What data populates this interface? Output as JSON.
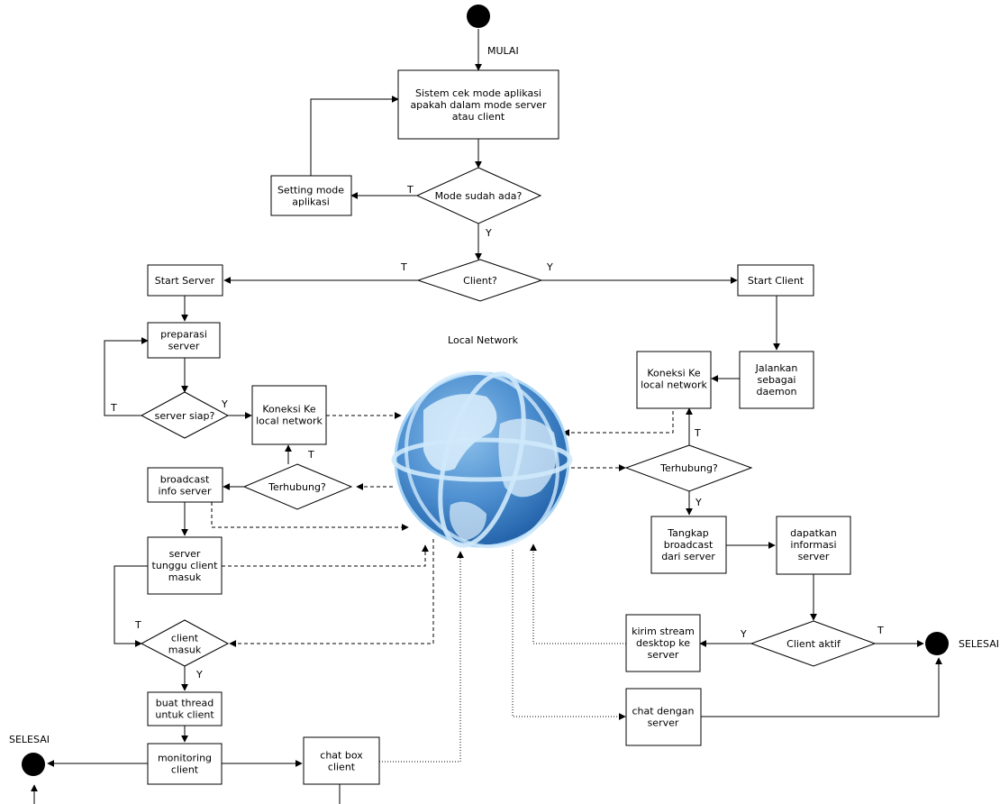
{
  "diagram": {
    "start_label": "MULAI",
    "end_label_right": "SELESAI",
    "end_label_left": "SELESAI",
    "network_label": "Local Network",
    "nodes": {
      "cek_mode": [
        "Sistem cek mode aplikasi",
        "apakah dalam mode server",
        "atau client"
      ],
      "setting_mode": [
        "Setting mode",
        "aplikasi"
      ],
      "mode_ada": [
        "Mode sudah ada?"
      ],
      "client_q": [
        "Client?"
      ],
      "start_server": [
        "Start Server"
      ],
      "start_client": [
        "Start Client"
      ],
      "preparasi": [
        "preparasi",
        "server"
      ],
      "server_siap": [
        "server siap?"
      ],
      "koneksi_server": [
        "Koneksi Ke",
        "local network"
      ],
      "terhubung_server": [
        "Terhubung?"
      ],
      "broadcast": [
        "broadcast",
        "info server"
      ],
      "tunggu": [
        "server",
        "tunggu client",
        "masuk"
      ],
      "client_masuk": [
        "client",
        "masuk"
      ],
      "buat_thread": [
        "buat thread",
        "untuk client"
      ],
      "monitoring": [
        "monitoring",
        "client"
      ],
      "chat_box": [
        "chat box",
        "client"
      ],
      "daemon": [
        "Jalankan",
        "sebagai",
        "daemon"
      ],
      "koneksi_client": [
        "Koneksi Ke",
        "local network"
      ],
      "terhubung_client": [
        "Terhubung?"
      ],
      "tangkap": [
        "Tangkap",
        "broadcast",
        "dari server"
      ],
      "dapatkan": [
        "dapatkan",
        "informasi",
        "server"
      ],
      "client_aktif": [
        "Client aktif"
      ],
      "kirim_stream": [
        "kirim stream",
        "desktop ke",
        "server"
      ],
      "chat_server": [
        "chat dengan",
        "server"
      ]
    },
    "edge_labels": {
      "mode_T": "T",
      "mode_Y": "Y",
      "client_T": "T",
      "client_Y": "Y",
      "siap_T": "T",
      "siap_Y": "Y",
      "terhubung_server_T": "T",
      "masuk_T": "T",
      "masuk_Y": "Y",
      "terhubung_client_T": "T",
      "terhubung_client_Y": "Y",
      "aktif_Y": "Y",
      "aktif_T": "T"
    }
  }
}
